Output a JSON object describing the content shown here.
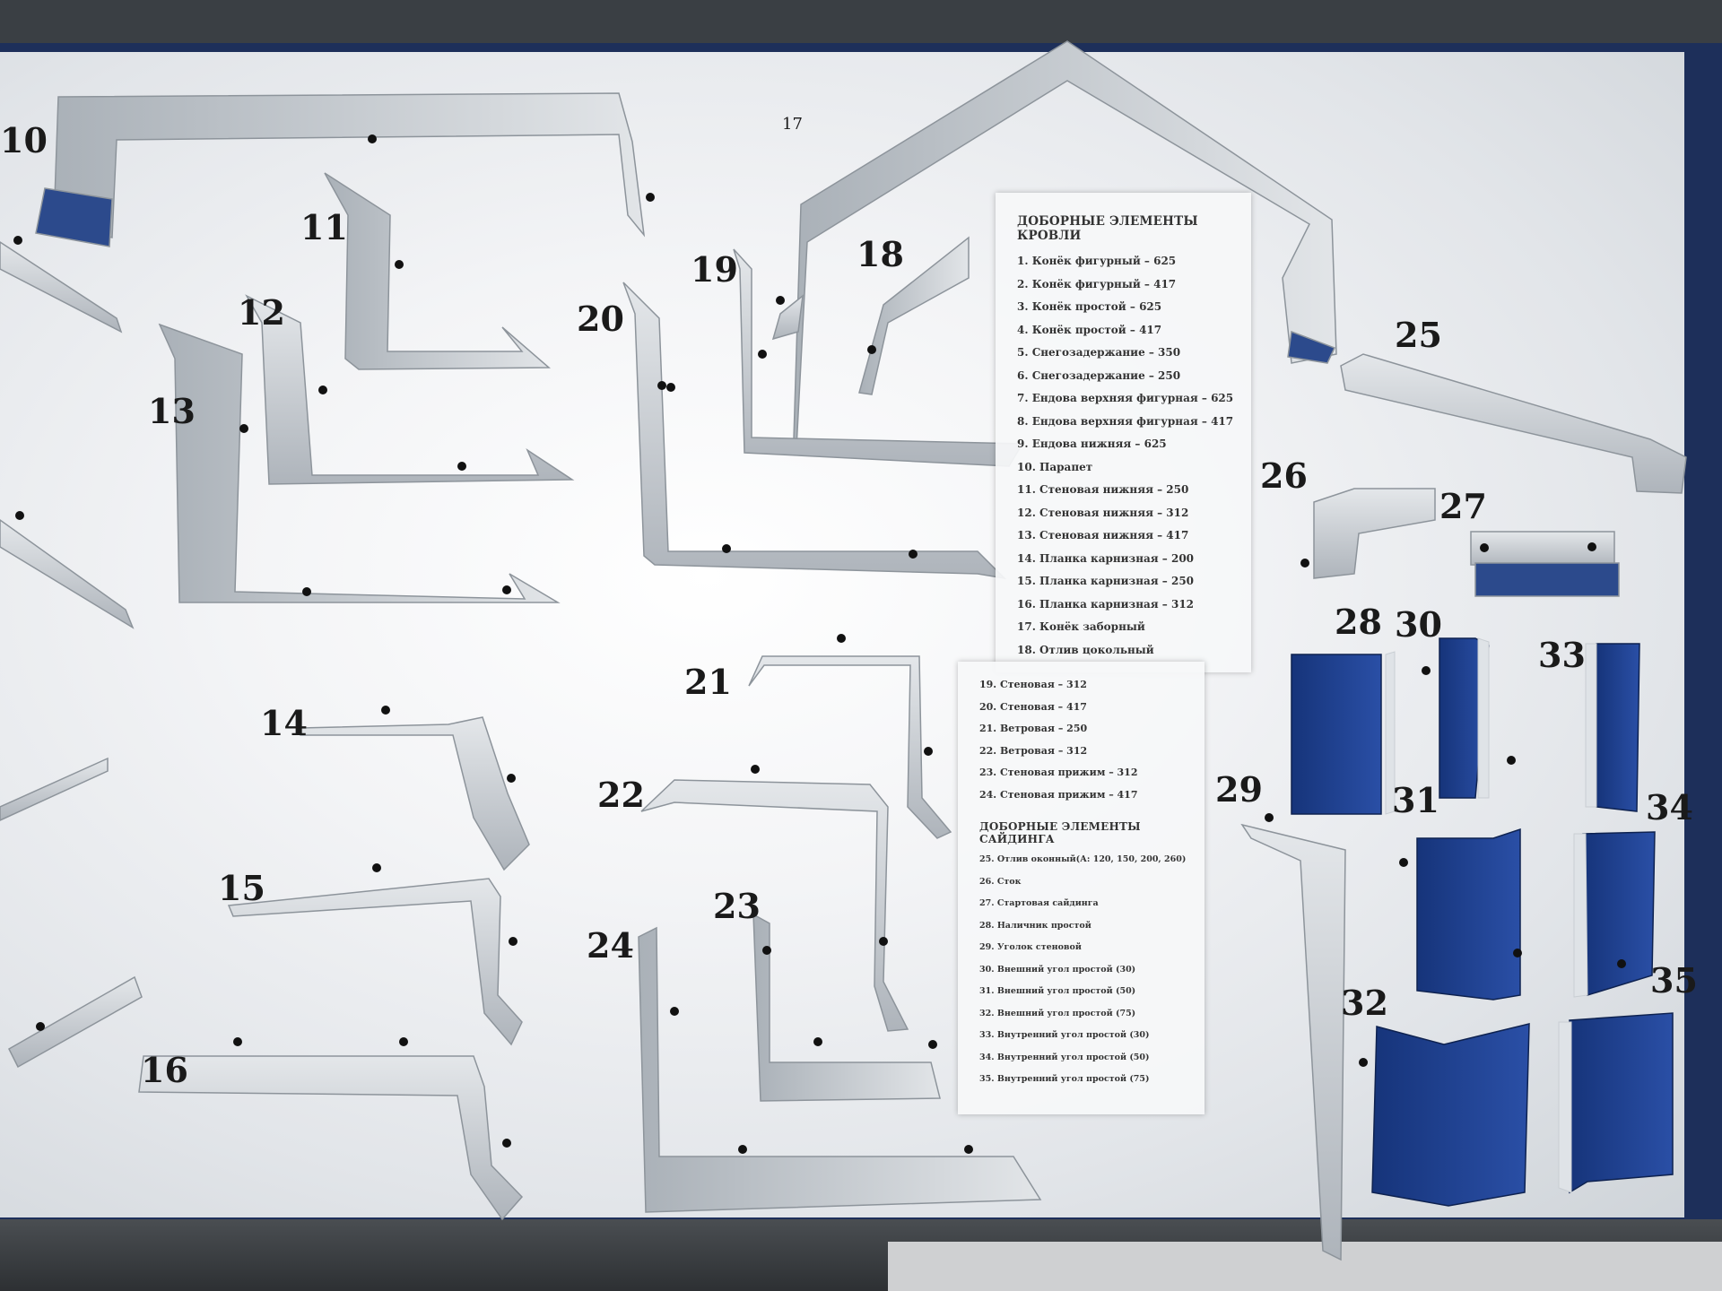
{
  "labels": {
    "n10": "10",
    "n11": "11",
    "n12": "12",
    "n13": "13",
    "n14": "14",
    "n15": "15",
    "n16": "16",
    "n17": "17",
    "n18": "18",
    "n19": "19",
    "n20": "20",
    "n21": "21",
    "n22": "22",
    "n23": "23",
    "n24": "24",
    "n25": "25",
    "n26": "26",
    "n27": "27",
    "n28": "28",
    "n29": "29",
    "n30": "30",
    "n31": "31",
    "n32": "32",
    "n33": "33",
    "n34": "34",
    "n35": "35"
  },
  "roof_sheet": {
    "title": "ДОБОРНЫЕ ЭЛЕМЕНТЫ КРОВЛИ",
    "items": [
      "1. Конёк фигурный – 625",
      "2. Конёк фигурный – 417",
      "3. Конёк простой – 625",
      "4. Конёк простой – 417",
      "5. Снегозадержание – 350",
      "6. Снегозадержание – 250",
      "7. Ендова верхняя фигурная – 625",
      "8. Ендова верхняя фигурная – 417",
      "9. Ендова нижняя – 625",
      "10. Парапет",
      "11. Стеновая нижняя – 250",
      "12. Стеновая нижняя – 312",
      "13. Стеновая нижняя – 417",
      "14. Планка карнизная – 200",
      "15. Планка карнизная – 250",
      "16. Планка карнизная – 312",
      "17. Конёк заборный",
      "18. Отлив цокольный"
    ]
  },
  "siding_sheet": {
    "items": [
      "19. Стеновая – 312",
      "20. Стеновая – 417",
      "21. Ветровая – 250",
      "22. Ветровая – 312",
      "23. Стеновая прижим – 312",
      "24. Стеновая прижим – 417"
    ],
    "title": "ДОБОРНЫЕ ЭЛЕМЕНТЫ САЙДИНГА",
    "items2": [
      "25. Отлив оконный(А: 120, 150, 200, 260)",
      "26. Сток",
      "27. Стартовая сайдинга",
      "28. Наличник простой",
      "29. Уголок стеновой",
      "30. Внешний угол простой (30)",
      "31. Внешний угол простой (50)",
      "32. Внешний угол простой (75)",
      "33. Внутренний угол простой (30)",
      "34. Внутренний угол простой (50)",
      "35. Внутренний угол простой (75)"
    ]
  },
  "colors": {
    "board": "#f2f3f5",
    "frame": "#1d2f5a",
    "metal": "#d4d8dd",
    "blue": "#1f3f8f"
  }
}
